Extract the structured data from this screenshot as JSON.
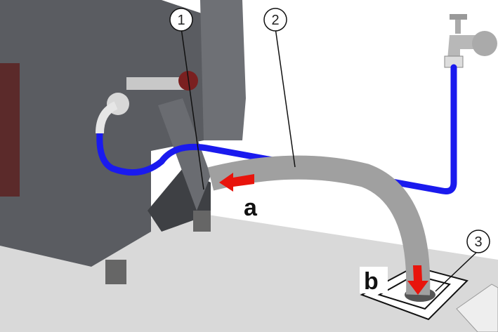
{
  "diagram": {
    "callouts": [
      {
        "number": "1"
      },
      {
        "number": "2"
      },
      {
        "number": "3"
      }
    ],
    "labels": {
      "a": "a",
      "b": "b"
    },
    "colors": {
      "water_hose": "#1a1aee",
      "drain_hose": "#a6a6a6",
      "arrow": "#e8140c",
      "machine": "#55575c",
      "floor": "#d8d8d8"
    }
  }
}
